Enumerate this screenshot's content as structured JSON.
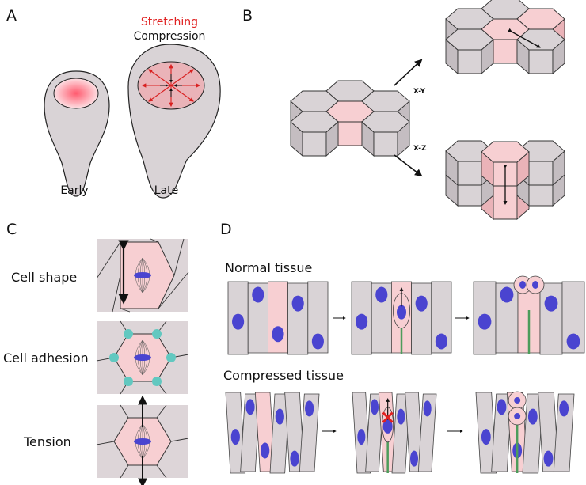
{
  "colors": {
    "cell_gray": "#d9d3d6",
    "cell_gray_dark": "#c4bdc1",
    "cell_pink": "#f7cfd2",
    "cell_pink_dark": "#eab3b8",
    "nucleus": "#4a44d0",
    "adhesion": "#62c8c0",
    "stalk": "#4d9c5b",
    "arrow_red": "#d92020",
    "stretch_text": "#e02020"
  },
  "panels": {
    "a": {
      "letter": "A",
      "legend_stretch": "Stretching",
      "legend_compress": "Compression",
      "stage_early": "Early",
      "stage_late": "Late"
    },
    "b": {
      "letter": "B",
      "direction_xy": "X-Y",
      "direction_xz": "X-Z"
    },
    "c": {
      "letter": "C",
      "rows": [
        "Cell shape",
        "Cell adhesion",
        "Tension"
      ]
    },
    "d": {
      "letter": "D",
      "normal_title": "Normal tissue",
      "compressed_title": "Compressed tissue"
    }
  }
}
